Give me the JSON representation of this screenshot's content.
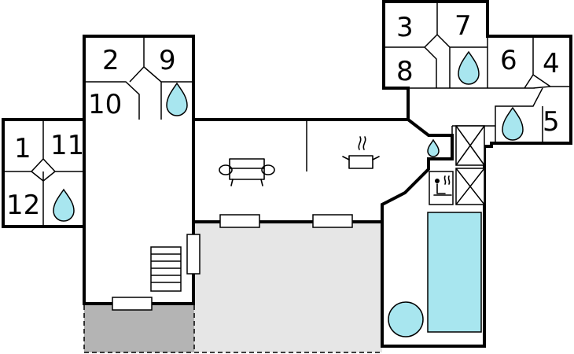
{
  "rooms": {
    "r1": "1",
    "r2": "2",
    "r3": "3",
    "r4": "4",
    "r5": "5",
    "r6": "6",
    "r7": "7",
    "r8": "8",
    "r9": "9",
    "r10": "10",
    "r11": "11",
    "r12": "12"
  },
  "colors": {
    "terrace": "#e6e6e6",
    "terrace_dark": "#b4b4b4",
    "pool": "#a8e6ef",
    "water_drop": "#a8e6ef"
  },
  "icons": [
    "living-sofa-icon",
    "kitchen-pot-icon",
    "water-drop-icon",
    "sauna-icon",
    "stairs-icon",
    "pool-icon",
    "hot-tub-icon"
  ]
}
